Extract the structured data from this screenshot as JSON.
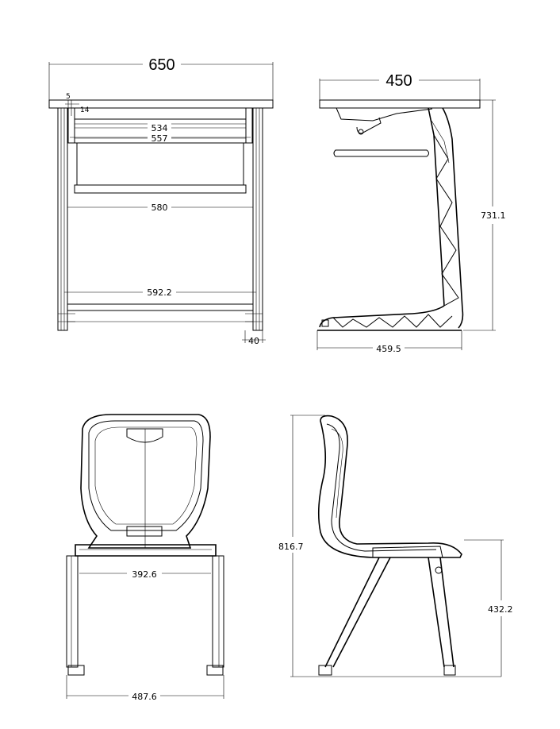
{
  "dimensions": {
    "desk_top_width": "650",
    "desk_edge_offset": "5",
    "desk_edge_thickness": "14",
    "desk_rail_inner": "534",
    "desk_rail_outer": "557",
    "desk_mid_span": "580",
    "desk_foot_span": "592.2",
    "desk_leg_width": "40",
    "desk_side_top_depth": "450",
    "desk_side_height": "731.1",
    "desk_side_base_depth": "459.5",
    "chair_seat_width": "392.6",
    "chair_base_width": "487.6",
    "chair_total_height": "816.7",
    "chair_seat_height": "432.2"
  }
}
